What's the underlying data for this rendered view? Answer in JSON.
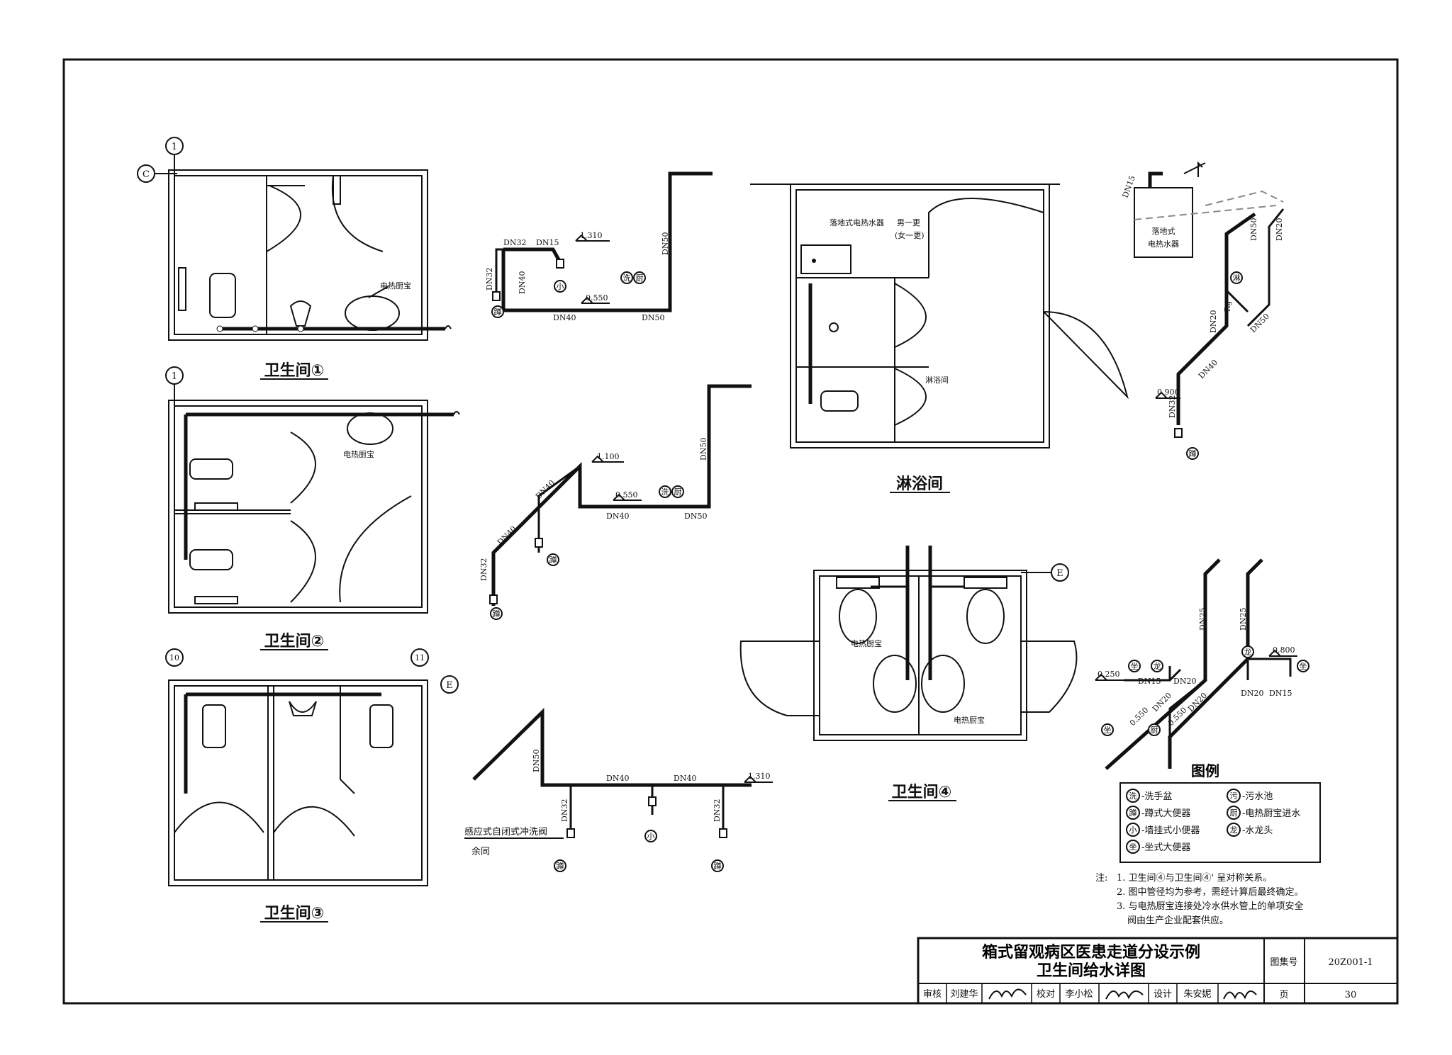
{
  "rooms": {
    "r1": "卫生间①",
    "r2": "卫生间②",
    "r3": "卫生间③",
    "r4": "卫生间④",
    "shower": "淋浴间"
  },
  "axes": {
    "c": "C",
    "a1": "1",
    "a1b": "1",
    "a10": "10",
    "a11": "11",
    "e1": "E",
    "e2": "E"
  },
  "fixture_labels": {
    "heater1": "电热厨宝",
    "heater2": "电热厨宝",
    "heater4a": "电热厨宝",
    "heater4b": "电热厨宝",
    "floor_heater": "落地式电热水器",
    "change": "男一更",
    "change2": "(女一更)",
    "shower_room": "淋浴间",
    "floor_heater_iso_1": "落地式",
    "floor_heater_iso_2": "电热水器",
    "flush_valve": "感应式自闭式冲洗阀",
    "same": "余同"
  },
  "pipe_labels": {
    "dn15": "DN15",
    "dn20": "DN20",
    "dn25": "DN25",
    "dn32": "DN32",
    "dn40": "DN40",
    "dn50": "DN50",
    "rg": "Rg"
  },
  "elevations": {
    "e1310": "1.310",
    "e0550": "0.550",
    "e1100": "1.100",
    "e0900": "0.900",
    "e0250": "0.250",
    "e0800": "0.800"
  },
  "fixture_marks": {
    "squat": "蹲",
    "urinal": "小",
    "basin": "洗",
    "heater": "厨",
    "seat": "坐",
    "shower": "淋",
    "faucet": "龙"
  },
  "legend": {
    "title": "图例",
    "items": [
      {
        "mark": "洗",
        "text": "-洗手盆"
      },
      {
        "mark": "蹲",
        "text": "-蹲式大便器"
      },
      {
        "mark": "小",
        "text": "-墙挂式小便器"
      },
      {
        "mark": "坐",
        "text": "-坐式大便器"
      },
      {
        "mark": "污",
        "text": "-污水池"
      },
      {
        "mark": "厨",
        "text": "-电热厨宝进水"
      },
      {
        "mark": "龙",
        "text": "-水龙头"
      }
    ]
  },
  "notes": {
    "label": "注:",
    "n1": "1. 卫生间④与卫生间④' 呈对称关系。",
    "n2": "2. 图中管径均为参考，需经计算后最终确定。",
    "n3": "3. 与电热厨宝连接处冷水供水管上的单项安全",
    "n3b": "阀由生产企业配套供应。"
  },
  "title_block": {
    "title1": "箱式留观病区医患走道分设示例",
    "title2": "卫生间给水详图",
    "atlas_label": "图集号",
    "atlas_no": "20Z001-1",
    "review_label": "审核",
    "reviewer": "刘建华",
    "check_label": "校对",
    "checker": "李小松",
    "design_label": "设计",
    "designer": "朱安妮",
    "page_label": "页",
    "page_no": "30"
  }
}
